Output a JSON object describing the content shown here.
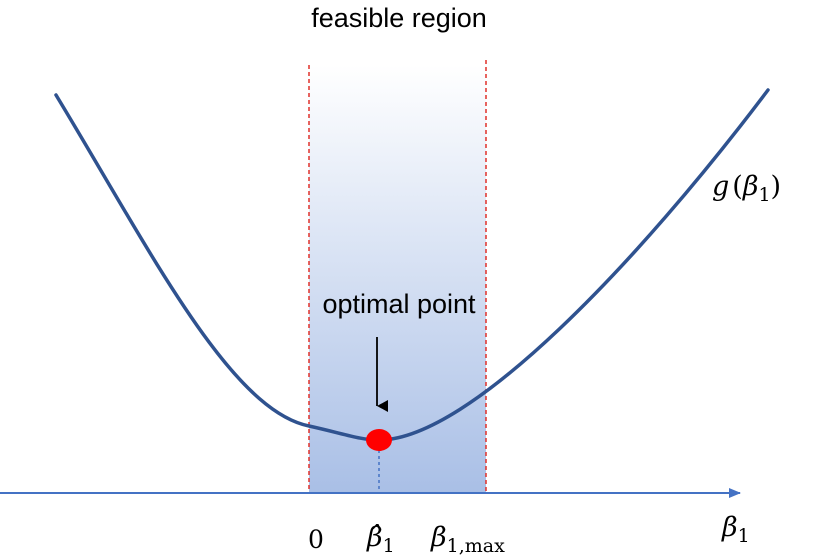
{
  "labels": {
    "feasible_region": "feasible region",
    "optimal_point": "optimal point",
    "zero": "0",
    "beta_hat": "β̂",
    "beta_hat_sub": "1",
    "beta_max": "β",
    "beta_max_sub": "1,max",
    "axis_beta": "β",
    "axis_beta_sub": "1",
    "g_func": "g",
    "g_open": "(",
    "g_beta": "β",
    "g_sub": "1",
    "g_close": ")"
  },
  "colors": {
    "curve": "#2f528f",
    "axis": "#4472c4",
    "boundary": "#e0302a",
    "optimum_marker": "#ff0000",
    "region_top": "#ffffff",
    "region_bottom": "#a9bfe6",
    "drop_line": "#4472c4"
  }
}
